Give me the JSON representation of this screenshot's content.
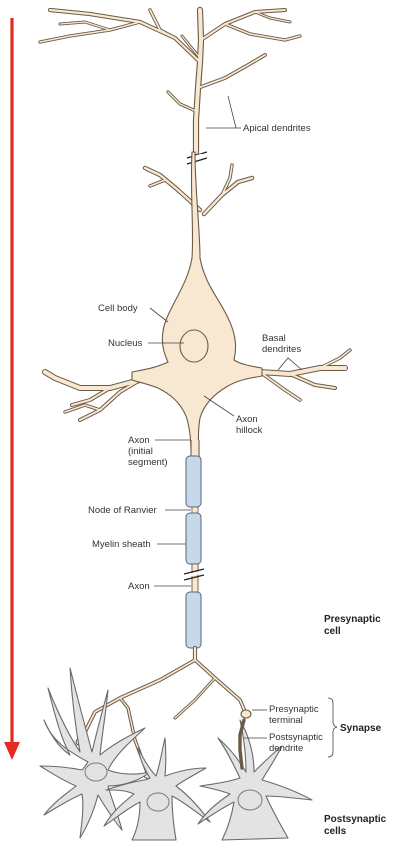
{
  "labels": {
    "apical_dendrites": "Apical dendrites",
    "cell_body": "Cell body",
    "nucleus": "Nucleus",
    "basal_dendrites_1": "Basal",
    "basal_dendrites_2": "dendrites",
    "axon_hillock_1": "Axon",
    "axon_hillock_2": "hillock",
    "axon_initial_1": "Axon",
    "axon_initial_2": "(initial",
    "axon_initial_3": "segment)",
    "node_of_ranvier": "Node of Ranvier",
    "myelin_sheath": "Myelin sheath",
    "axon": "Axon",
    "presynaptic_cell_1": "Presynaptic",
    "presynaptic_cell_2": "cell",
    "presynaptic_terminal_1": "Presynaptic",
    "presynaptic_terminal_2": "terminal",
    "postsynaptic_dendrite_1": "Postsynaptic",
    "postsynaptic_dendrite_2": "dendrite",
    "synapse": "Synapse",
    "postsynaptic_cells_1": "Postsynaptic",
    "postsynaptic_cells_2": "cells"
  },
  "colors": {
    "signal_arrow": "#e32b22",
    "neuron_fill": "#f8e8d2",
    "neuron_outline": "#6b5a48",
    "myelin_fill": "#c6d8ea",
    "postsynaptic_fill": "#e3e3e3"
  },
  "icons": {
    "signal_direction": "down-arrow-icon"
  }
}
